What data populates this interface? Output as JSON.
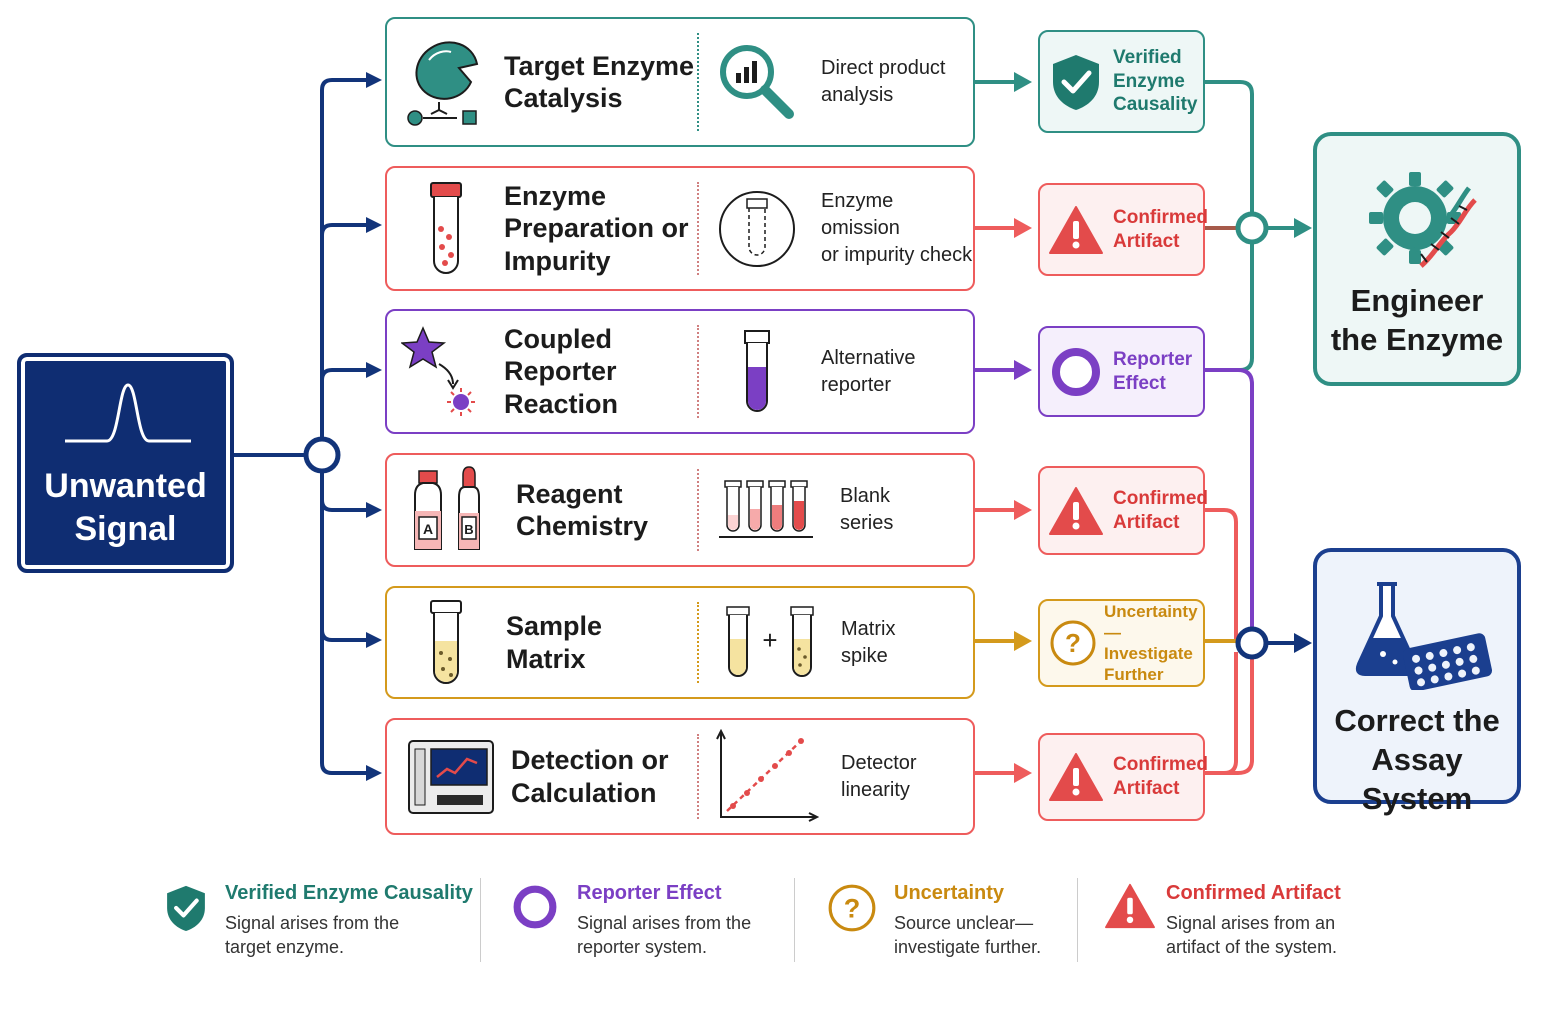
{
  "source": {
    "title": "Unwanted\nSignal"
  },
  "rows": [
    {
      "cause": "Target Enzyme\nCatalysis",
      "test": "Direct product\nanalysis",
      "cause_icon": "enzyme-icon",
      "test_icon": "magnifier-chart-icon",
      "color": "#2f8f84",
      "outcome": {
        "label": "Verified\nEnzyme\nCausality",
        "icon": "shield-check-icon",
        "color": "#1f7a6e"
      }
    },
    {
      "cause": "Enzyme\nPreparation or\nImpurity",
      "test": "Enzyme omission\nor impurity check",
      "cause_icon": "test-tube-dots-icon",
      "test_icon": "empty-tube-circle-icon",
      "color": "#e34b4b",
      "outcome": {
        "label": "Confirmed\nArtifact",
        "icon": "warning-triangle-icon",
        "color": "#d93a3a"
      }
    },
    {
      "cause": "Coupled\nReporter\nReaction",
      "test": "Alternative\nreporter",
      "cause_icon": "star-reporter-icon",
      "test_icon": "purple-tube-icon",
      "color": "#7b3fc4",
      "outcome": {
        "label": "Reporter\nEffect",
        "icon": "ring-icon",
        "color": "#7b3fc4"
      }
    },
    {
      "cause": "Reagent\nChemistry",
      "test": "Blank\nseries",
      "cause_icon": "reagent-bottles-icon",
      "test_icon": "tube-rack-icon",
      "color": "#e34b4b",
      "bottle_labels": [
        "A",
        "B"
      ],
      "outcome": {
        "label": "Confirmed\nArtifact",
        "icon": "warning-triangle-icon",
        "color": "#d93a3a"
      }
    },
    {
      "cause": "Sample\nMatrix",
      "test": "Matrix\nspike",
      "cause_icon": "yellow-tube-icon",
      "test_icon": "tube-plus-tube-icon",
      "color": "#d49a1c",
      "outcome": {
        "label": "Uncertainty—\nInvestigate\nFurther",
        "icon": "question-circle-icon",
        "color": "#c98a10"
      }
    },
    {
      "cause": "Detection or\nCalculation",
      "test": "Detector\nlinearity",
      "cause_icon": "instrument-icon",
      "test_icon": "linearity-plot-icon",
      "color": "#e34b4b",
      "outcome": {
        "label": "Confirmed\nArtifact",
        "icon": "warning-triangle-icon",
        "color": "#d93a3a"
      }
    }
  ],
  "actions": [
    {
      "label": "Engineer\nthe Enzyme",
      "icon": "gear-dna-icon",
      "color": "#2f8f84"
    },
    {
      "label": "Correct the\nAssay System",
      "icon": "flask-plate-icon",
      "color": "#1b3f8f"
    }
  ],
  "legend": [
    {
      "title": "Verified Enzyme Causality",
      "desc": "Signal arises from the\ntarget enzyme.",
      "icon": "shield-check-icon",
      "color": "#1f7a6e"
    },
    {
      "title": "Reporter Effect",
      "desc": "Signal arises from the\nreporter system.",
      "icon": "ring-icon",
      "color": "#7b3fc4"
    },
    {
      "title": "Uncertainty",
      "desc": "Source unclear—\ninvestigate further.",
      "icon": "question-circle-icon",
      "color": "#c98a10"
    },
    {
      "title": "Confirmed Artifact",
      "desc": "Signal arises from an\nartifact of the system.",
      "icon": "warning-triangle-icon",
      "color": "#d93a3a"
    }
  ]
}
